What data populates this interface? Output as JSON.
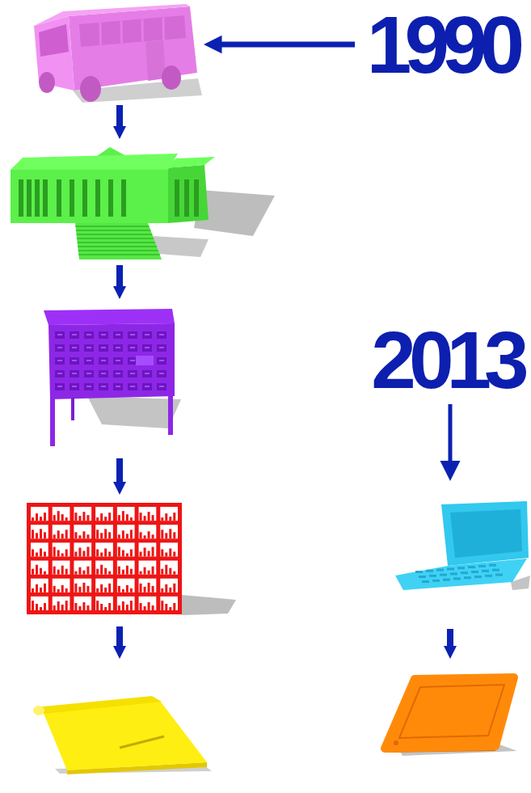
{
  "diagram": {
    "nodes": [
      {
        "text": [
          "1990"
        ]
      },
      {
        "text": []
      },
      {
        "text": []
      },
      {
        "text": []
      },
      {
        "text": []
      },
      {
        "text": []
      },
      {
        "text": [
          "2013"
        ]
      },
      {
        "text": []
      },
      {
        "text": []
      }
    ],
    "edges": [
      {
        "from": 0,
        "to": 1,
        "arrow": "to"
      },
      {
        "from": 1,
        "to": 2,
        "arrow": "to"
      },
      {
        "from": 2,
        "to": 3,
        "arrow": "to"
      },
      {
        "from": 3,
        "to": 4,
        "arrow": "to"
      },
      {
        "from": 4,
        "to": 5,
        "arrow": "to"
      },
      {
        "from": 6,
        "to": 7,
        "arrow": "to"
      },
      {
        "from": 7,
        "to": 8,
        "arrow": "to"
      }
    ]
  }
}
